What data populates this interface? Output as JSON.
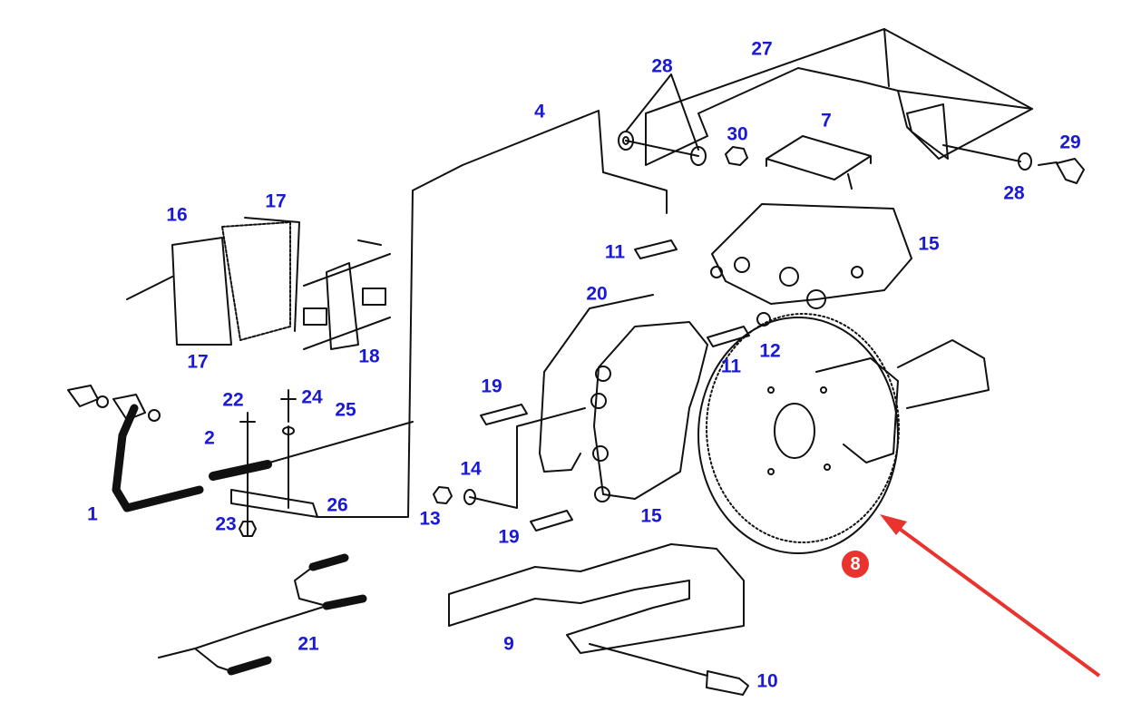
{
  "diagram": {
    "title": "Brake assembly exploded parts diagram",
    "highlight": {
      "part": "8",
      "color": "#e8332e"
    },
    "label_color": "#1a1ad6",
    "labels": [
      {
        "id": "l27",
        "text": "27"
      },
      {
        "id": "l28a",
        "text": "28"
      },
      {
        "id": "l4",
        "text": "4"
      },
      {
        "id": "l30",
        "text": "30"
      },
      {
        "id": "l7",
        "text": "7"
      },
      {
        "id": "l29",
        "text": "29"
      },
      {
        "id": "l28b",
        "text": "28"
      },
      {
        "id": "l16",
        "text": "16"
      },
      {
        "id": "l17a",
        "text": "17"
      },
      {
        "id": "l17b",
        "text": "17"
      },
      {
        "id": "l18",
        "text": "18"
      },
      {
        "id": "l11a",
        "text": "11"
      },
      {
        "id": "l15a",
        "text": "15"
      },
      {
        "id": "l20",
        "text": "20"
      },
      {
        "id": "l11b",
        "text": "11"
      },
      {
        "id": "l12",
        "text": "12"
      },
      {
        "id": "l19a",
        "text": "19"
      },
      {
        "id": "l22",
        "text": "22"
      },
      {
        "id": "l24",
        "text": "24"
      },
      {
        "id": "l25",
        "text": "25"
      },
      {
        "id": "l2",
        "text": "2"
      },
      {
        "id": "l1",
        "text": "1"
      },
      {
        "id": "l26",
        "text": "26"
      },
      {
        "id": "l23",
        "text": "23"
      },
      {
        "id": "l14",
        "text": "14"
      },
      {
        "id": "l13",
        "text": "13"
      },
      {
        "id": "l19b",
        "text": "19"
      },
      {
        "id": "l15b",
        "text": "15"
      },
      {
        "id": "l21",
        "text": "21"
      },
      {
        "id": "l9",
        "text": "9"
      },
      {
        "id": "l10",
        "text": "10"
      }
    ]
  }
}
